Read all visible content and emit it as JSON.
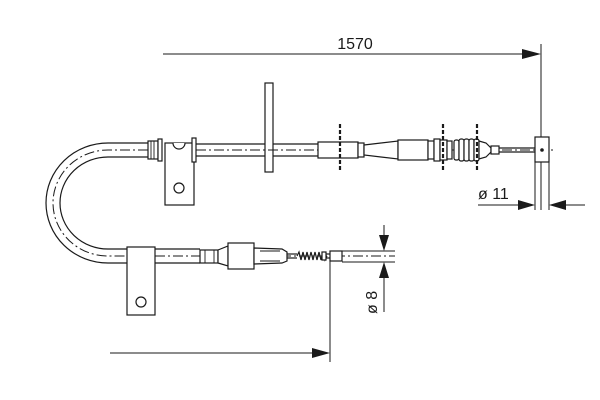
{
  "drawing": {
    "subject": "hand brake cable technical drawing",
    "dimensions": {
      "length": {
        "label": "1570"
      },
      "end_fitting_diameter": {
        "label": "ø 11"
      },
      "cable_end_diameter": {
        "label": "ø 8"
      }
    },
    "colors": {
      "line": "#1a1a1a",
      "background": "#ffffff"
    }
  }
}
